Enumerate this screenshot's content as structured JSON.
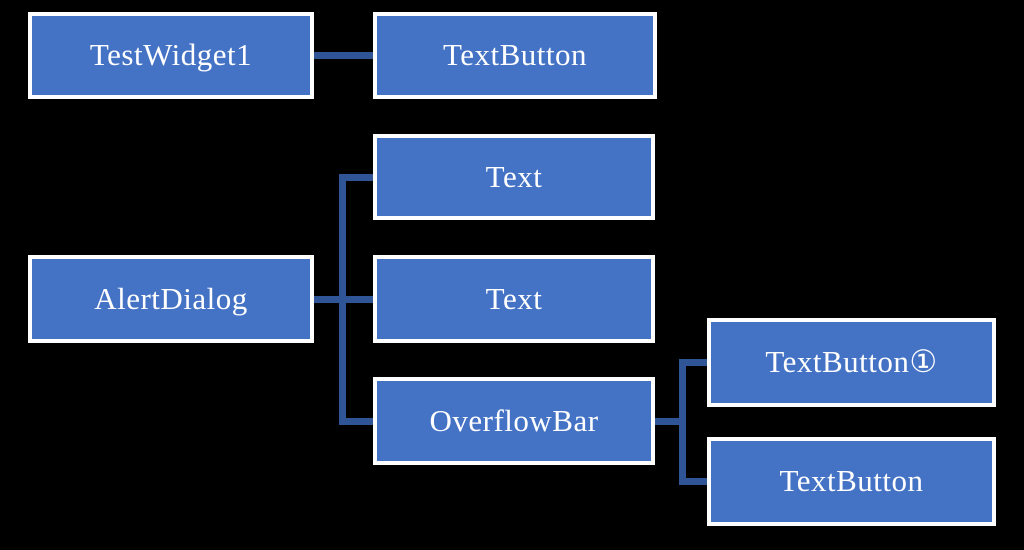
{
  "diagram": {
    "type": "tree",
    "description": "Widget tree diagram",
    "colors": {
      "background": "#000000",
      "node_fill": "#4472C4",
      "node_border": "#FFFFFF",
      "connector": "#2F5597",
      "text": "#FFFFFF"
    },
    "nodes": {
      "test_widget1": {
        "label": "TestWidget1"
      },
      "text_button_top": {
        "label": "TextButton"
      },
      "text_child_1": {
        "label": "Text"
      },
      "alert_dialog": {
        "label": "AlertDialog"
      },
      "text_child_2": {
        "label": "Text"
      },
      "overflow_bar": {
        "label": "OverflowBar"
      },
      "text_button_circled": {
        "label": "TextButton①"
      },
      "text_button_bottom": {
        "label": "TextButton"
      }
    },
    "edges": [
      {
        "from": "TestWidget1",
        "to": "TextButton"
      },
      {
        "from": "AlertDialog",
        "to": "Text (first)"
      },
      {
        "from": "AlertDialog",
        "to": "Text (second)"
      },
      {
        "from": "AlertDialog",
        "to": "OverflowBar"
      },
      {
        "from": "OverflowBar",
        "to": "TextButton①"
      },
      {
        "from": "OverflowBar",
        "to": "TextButton"
      }
    ]
  }
}
